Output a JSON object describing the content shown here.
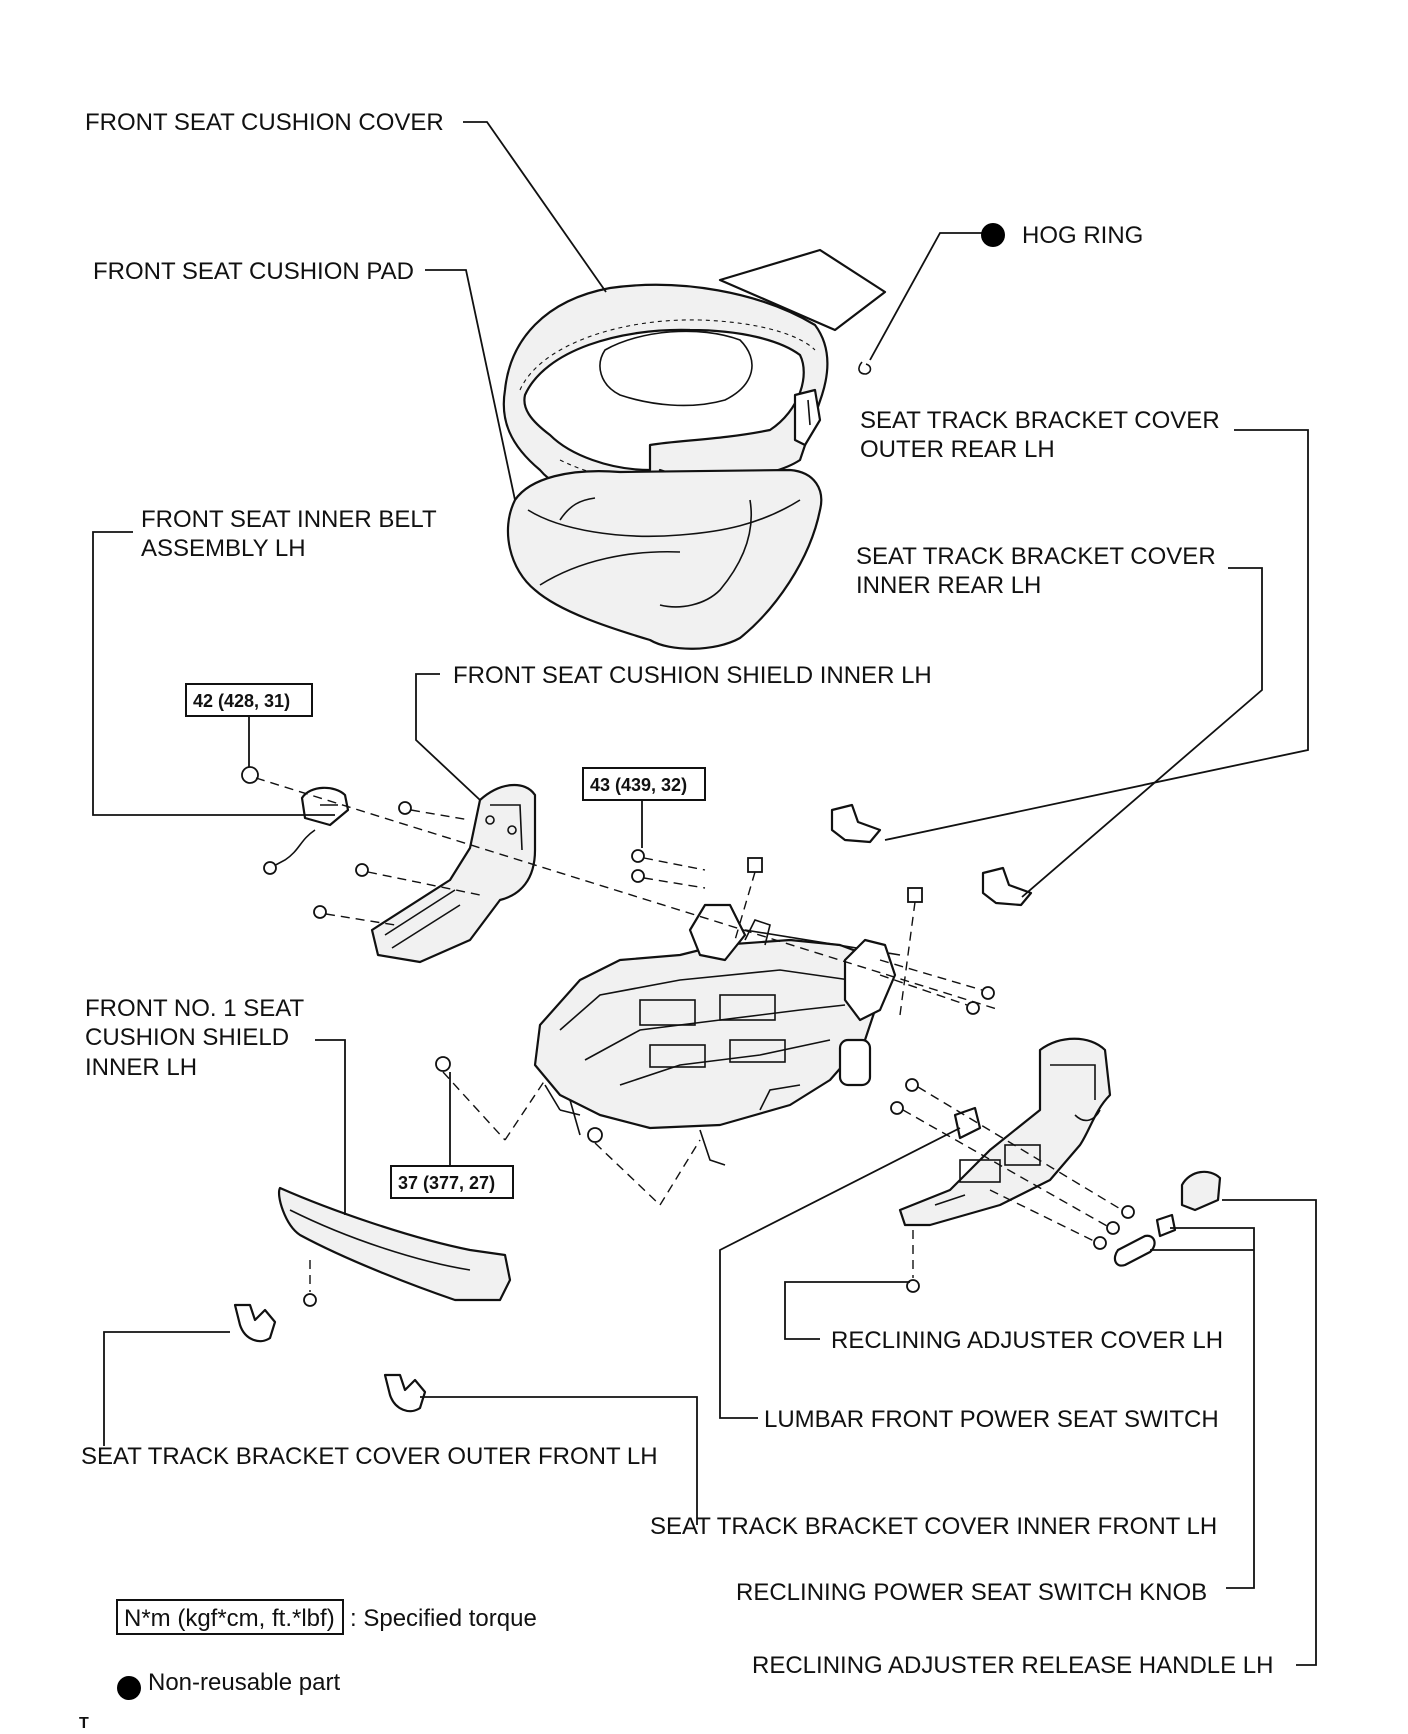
{
  "labels": {
    "front_seat_cushion_cover": "FRONT SEAT CUSHION COVER",
    "hog_ring": "HOG RING",
    "front_seat_cushion_pad": "FRONT SEAT CUSHION PAD",
    "seat_track_bracket_cover_outer_rear_lh": [
      "SEAT TRACK BRACKET COVER",
      "OUTER REAR LH"
    ],
    "front_seat_inner_belt_assembly_lh": [
      "FRONT SEAT INNER BELT",
      "ASSEMBLY LH"
    ],
    "seat_track_bracket_cover_inner_rear_lh": [
      "SEAT TRACK BRACKET COVER",
      "INNER REAR LH"
    ],
    "front_seat_cushion_shield_inner_lh": "FRONT SEAT CUSHION SHIELD INNER LH",
    "front_no1_seat_cushion_shield_inner_lh": [
      "FRONT NO. 1 SEAT",
      "CUSHION SHIELD",
      "INNER LH"
    ],
    "reclining_adjuster_cover_lh": "RECLINING ADJUSTER COVER LH",
    "lumbar_front_power_seat_switch": "LUMBAR FRONT POWER SEAT SWITCH",
    "seat_track_bracket_cover_outer_front_lh": "SEAT TRACK BRACKET COVER OUTER FRONT LH",
    "seat_track_bracket_cover_inner_front_lh": "SEAT TRACK BRACKET COVER INNER FRONT LH",
    "reclining_power_seat_switch_knob": "RECLINING POWER SEAT SWITCH KNOB",
    "reclining_adjuster_release_handle_lh": "RECLINING ADJUSTER RELEASE HANDLE LH"
  },
  "torques": {
    "belt_bolt": "42 (428, 31)",
    "frame_bolt": "43 (439, 32)",
    "track_bolt": "37 (377, 27)"
  },
  "legend": {
    "torque_box": "N*m (kgf*cm, ft.*lbf)",
    "torque_text": ": Specified torque",
    "nonreusable_text": "Non-reusable part"
  },
  "corner_mark": "T"
}
